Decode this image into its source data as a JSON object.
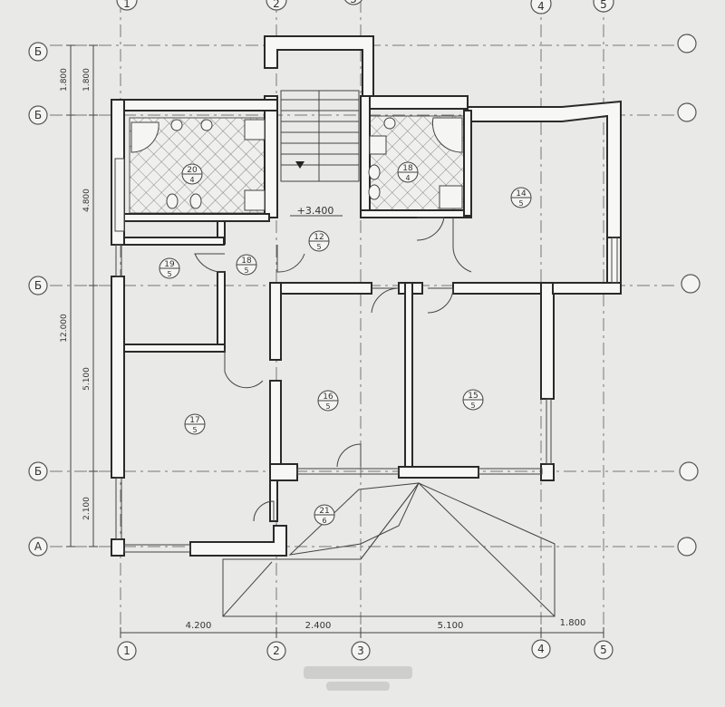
{
  "axes": {
    "columns": [
      {
        "label": "1"
      },
      {
        "label": "2"
      },
      {
        "label": "3"
      },
      {
        "label": "4"
      },
      {
        "label": "5"
      }
    ],
    "rows": [
      {
        "label": "Б"
      },
      {
        "label": "Б"
      },
      {
        "label": "Б"
      },
      {
        "label": "Б"
      },
      {
        "label": "А"
      }
    ]
  },
  "dimensions": {
    "bottom": [
      "4.200",
      "2.400",
      "5.100",
      "1.800"
    ],
    "left_inner": [
      "1.800",
      "4.800",
      "5.100",
      "2.100"
    ],
    "left_outer": [
      "1.800",
      "12.000"
    ]
  },
  "level_mark": "+3.400",
  "rooms": [
    {
      "number": "20",
      "area": "4"
    },
    {
      "number": "18",
      "area": "4"
    },
    {
      "number": "14",
      "area": "5"
    },
    {
      "number": "12",
      "area": "5"
    },
    {
      "number": "19",
      "area": "5"
    },
    {
      "number": "18",
      "area": "5"
    },
    {
      "number": "16",
      "area": "5"
    },
    {
      "number": "15",
      "area": "5"
    },
    {
      "number": "17",
      "area": "5"
    },
    {
      "number": "21",
      "area": "6"
    }
  ],
  "colors": {
    "paper": "#e9e9e7",
    "line": "#2a2a2a"
  }
}
